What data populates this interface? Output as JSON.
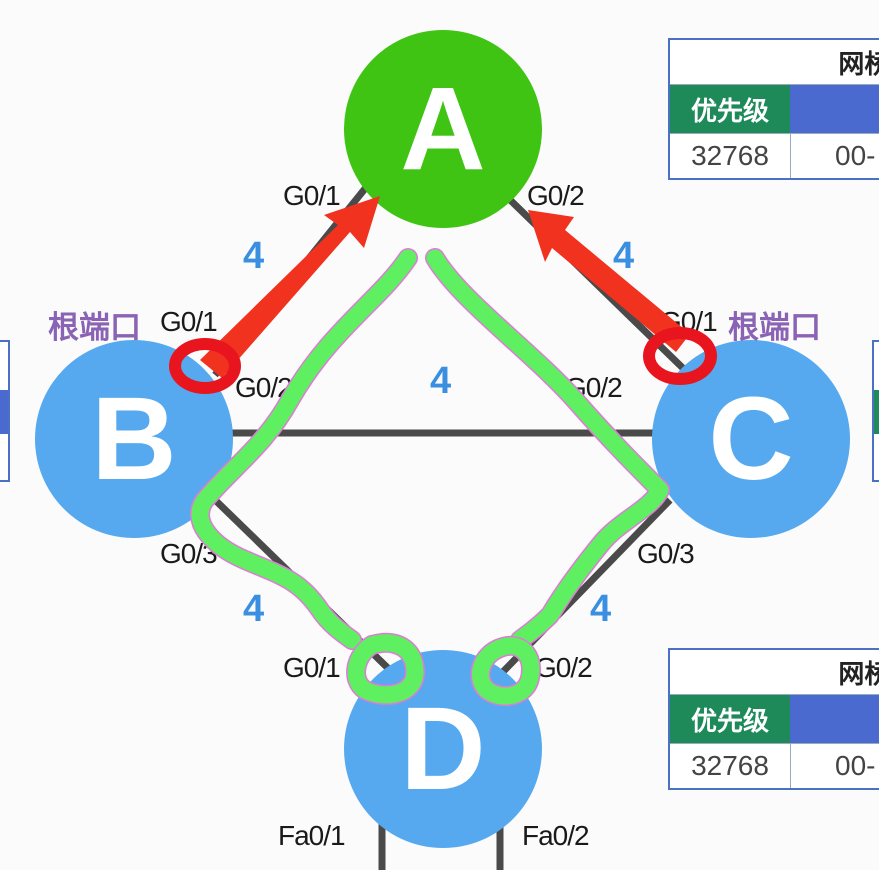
{
  "nodes": {
    "a": {
      "label": "A",
      "color": "#3fc414"
    },
    "b": {
      "label": "B",
      "color": "#56a9ef"
    },
    "c": {
      "label": "C",
      "color": "#56a9ef"
    },
    "d": {
      "label": "D",
      "color": "#56a9ef"
    }
  },
  "ports": {
    "a_g01": "G0/1",
    "a_g02": "G0/2",
    "b_g01": "G0/1",
    "b_g02": "G0/2",
    "b_g03": "G0/3",
    "c_g01": "G0/1",
    "c_g02": "G0/2",
    "c_g03": "G0/3",
    "d_g01": "G0/1",
    "d_g02": "G0/2",
    "d_fa01": "Fa0/1",
    "d_fa02": "Fa0/2"
  },
  "costs": {
    "a_b": "4",
    "a_c": "4",
    "b_c": "4",
    "b_d": "4",
    "c_d": "4"
  },
  "root_port_label_b": "根端口",
  "root_port_label_c": "根端口",
  "tables": [
    {
      "header": "网桥I",
      "priority_label": "优先级",
      "priority_value": "32768",
      "mac": "00-"
    },
    {
      "header": "网桥I",
      "priority_label": "优先级",
      "priority_value": "32768",
      "mac": "00-"
    }
  ],
  "colors": {
    "link": "#4a4a4a",
    "arrow": "#f0321e",
    "highlight_green": "#5ef060",
    "root_circle": "#e8141e"
  }
}
